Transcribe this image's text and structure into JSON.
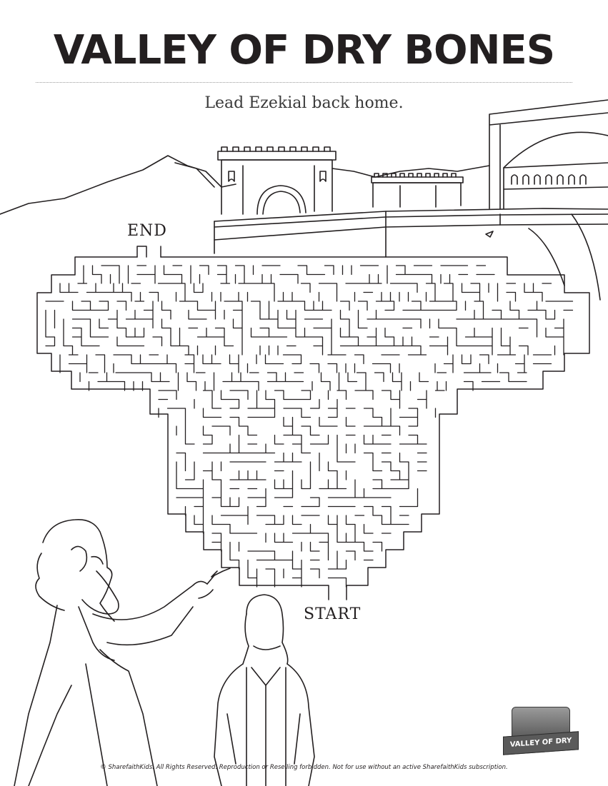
{
  "page": {
    "title": "VALLEY OF DRY BONES",
    "subtitle": "Lead Ezekial back home."
  },
  "maze": {
    "end_label": "END",
    "start_label": "START"
  },
  "badge": {
    "text": "VALLEY OF DRY BONES"
  },
  "footer": {
    "text": "© SharefaithKids. All Rights Reserved. Reproduction or Reselling forbidden. Not for use without an active SharefaithKids subscription."
  },
  "colors": {
    "ink": "#231f20",
    "paper": "#ffffff"
  }
}
